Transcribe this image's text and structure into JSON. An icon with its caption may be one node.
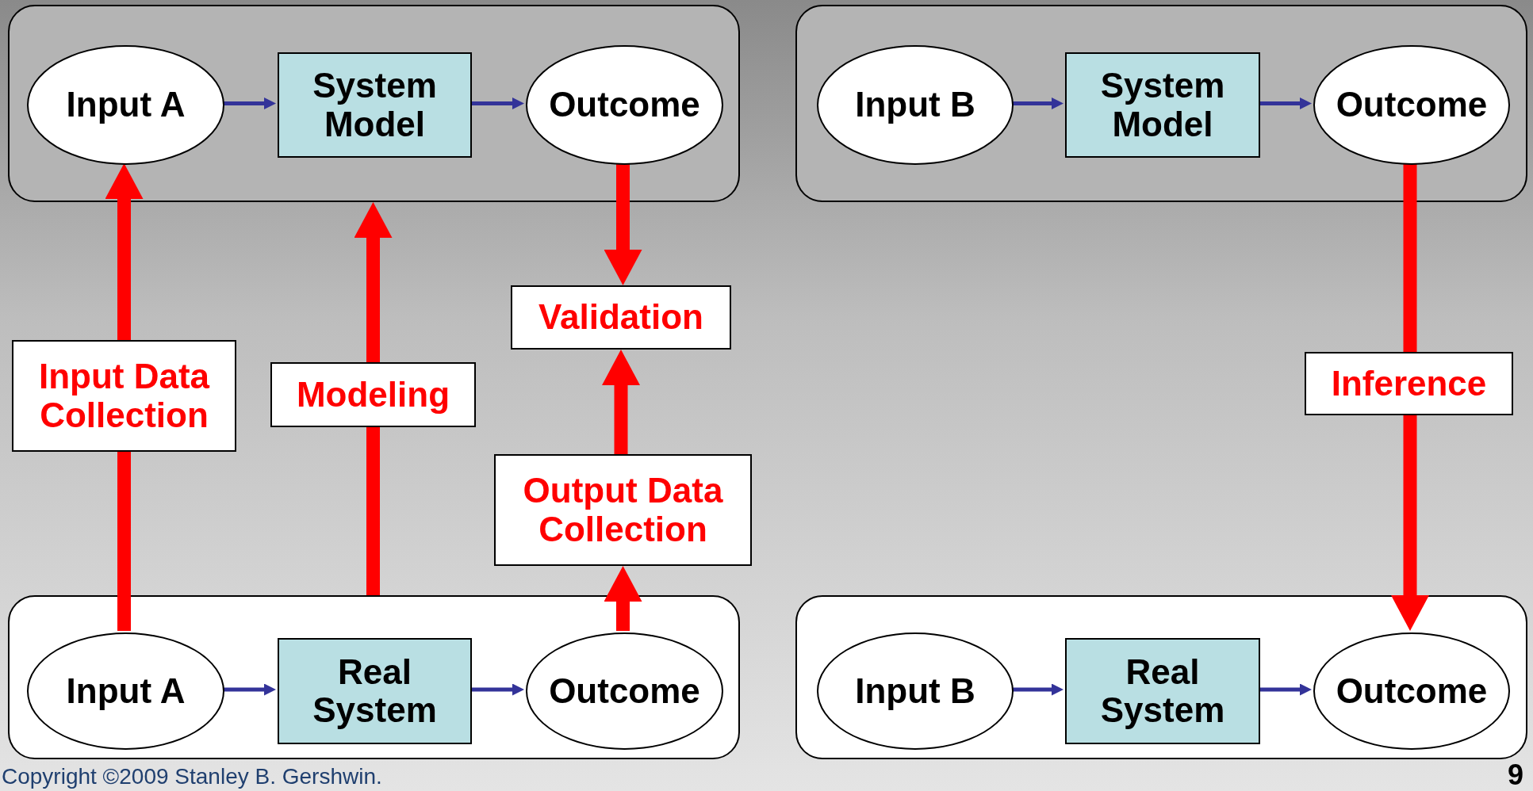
{
  "diagram": {
    "nodes": [
      {
        "text": [],
        "shape": "box"
      },
      {
        "text": [
          "Input A"
        ],
        "in": 0
      },
      {
        "text": [
          "System Model"
        ],
        "in": 0
      },
      {
        "text": [
          "Outcome"
        ],
        "in": 0
      },
      {
        "text": [],
        "shape": "box"
      },
      {
        "text": [
          "Input B"
        ],
        "in": 4
      },
      {
        "text": [
          "System Model"
        ],
        "in": 4
      },
      {
        "text": [
          "Outcome"
        ],
        "in": 4
      },
      {
        "text": [
          "Validation"
        ]
      },
      {
        "text": [
          "Input Data Collection"
        ]
      },
      {
        "text": [
          "Modeling"
        ]
      },
      {
        "text": [
          "Inference"
        ]
      },
      {
        "text": [
          "Output Data Collection"
        ]
      },
      {
        "text": [],
        "shape": "box"
      },
      {
        "text": [
          "Input A"
        ],
        "in": 13
      },
      {
        "text": [
          "Real System"
        ],
        "in": 13
      },
      {
        "text": [
          "Outcome"
        ],
        "in": 13
      },
      {
        "text": [],
        "shape": "box"
      },
      {
        "text": [
          "Input B"
        ],
        "in": 17
      },
      {
        "text": [
          "Real System"
        ],
        "in": 17
      },
      {
        "text": [
          "Outcome"
        ],
        "in": 17
      }
    ],
    "edges": [
      {
        "from": 1,
        "to": 2,
        "arrow": "to",
        "color": "#333399"
      },
      {
        "from": 2,
        "to": 3,
        "arrow": "to",
        "color": "#333399"
      },
      {
        "from": 5,
        "to": 6,
        "arrow": "to",
        "color": "#333399"
      },
      {
        "from": 6,
        "to": 7,
        "arrow": "to",
        "color": "#333399"
      },
      {
        "from": 14,
        "to": 15,
        "arrow": "to",
        "color": "#333399"
      },
      {
        "from": 15,
        "to": 16,
        "arrow": "to",
        "color": "#333399"
      },
      {
        "from": 18,
        "to": 19,
        "arrow": "to",
        "color": "#333399"
      },
      {
        "from": 19,
        "to": 20,
        "arrow": "to",
        "color": "#333399"
      },
      {
        "from": 14,
        "to": 9,
        "arrow": "none"
      },
      {
        "from": 9,
        "to": 1,
        "arrow": "to"
      },
      {
        "from": 13,
        "to": 10,
        "arrow": "none"
      },
      {
        "from": 10,
        "to": 0,
        "arrow": "to"
      },
      {
        "from": 3,
        "to": 8,
        "arrow": "to"
      },
      {
        "from": 16,
        "to": 12,
        "arrow": "to"
      },
      {
        "from": 12,
        "to": 8,
        "arrow": "to"
      },
      {
        "from": 7,
        "to": 11,
        "arrow": "none"
      },
      {
        "from": 11,
        "to": 20,
        "arrow": "to"
      }
    ],
    "labels": [
      "Copyright ©2009 Stanley B. Gershwin.",
      "9"
    ]
  }
}
